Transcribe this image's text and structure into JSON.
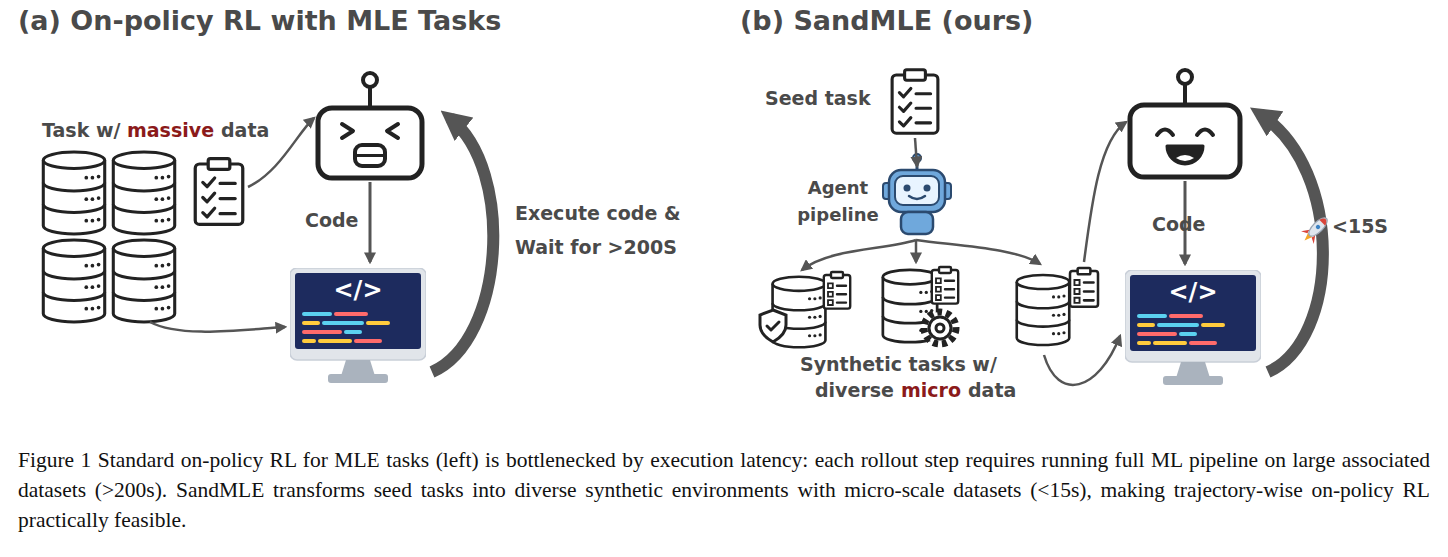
{
  "diagram": {
    "caption": "Figure 1 Standard on-policy RL for MLE tasks (left) is bottlenecked by execution latency: each rollout step requires running full ML pipeline on large associated datasets (>200s). SandMLE transforms seed tasks into diverse synthetic environments with micro-scale datasets (<15s), making trajectory-wise on-policy RL practically feasible.",
    "nodes": [
      {
        "text": [
          "</>"
        ]
      },
      {
        "text": [
          "Seed task"
        ]
      },
      {
        "text": [
          "Agent pipeline"
        ]
      },
      {
        "text": [
          "</>"
        ]
      }
    ],
    "edges": [
      {
        "from": 1,
        "to": 2,
        "arrow": "to"
      }
    ],
    "labels": [
      "(a) On-policy RL with MLE Tasks",
      "(b) SandMLE (ours)",
      "Task w/",
      "massive",
      "data",
      "Code",
      "Execute code & Wait for >200S",
      "Synthetic tasks w/",
      "diverse",
      "micro",
      "data",
      "Code",
      "<15S"
    ]
  }
}
